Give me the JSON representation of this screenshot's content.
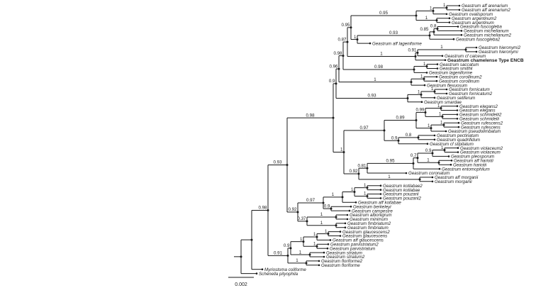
{
  "tree": {
    "taxa": [
      "Geastrum aff arenarium",
      "Geastrum aff arenarium2",
      "Geastrum ovalisporum",
      "Geastrum argentinum2",
      "Geastrum argentinum",
      "Geastrum fuscogleba",
      "Geastrum michelianum",
      "Geastrum michelianum2",
      "Geastrum fuscogleba2",
      "Geastrum aff lageniforme",
      "Geastrum hieronymi2",
      "Geastrum hieronymi",
      "Geastrum cf calceum",
      "Geastrum chamelense Type ENCB",
      "Geastrum saccatum",
      "Geastrum smithii",
      "Geastrum lageniforme",
      "Geastrum corollinum2",
      "Geastrum corollinum",
      "Geastrum flexuosum",
      "Geastrum fornicatum",
      "Geastrum fornicatum2",
      "Geastrum setiferum",
      "Geastrum smardae",
      "Geastrum elegans2",
      "Geastrum elegans",
      "Geastrum schmidelii2",
      "Geastrum schmidelii",
      "Geastrum rufescens2",
      "Geastrum rufescens",
      "Geastrum pseudolimbatum",
      "Geastrum pectinatum",
      "Geastrum quadrifidum",
      "Geastrum cf stipitatum",
      "Geastrum violaceum2",
      "Geastrum violaceum",
      "Geastrum pleosporum",
      "Geastrum aff hariotii",
      "Geastrum hariotii",
      "Geastrum entomophilum",
      "Geastrum coronatum",
      "Geastrum aff morganii",
      "Geastrum morganii",
      "Geastrum kotlabae2",
      "Geastrum kotlabae",
      "Geastrum pouzarii",
      "Geastrum pouzarii2",
      "Geastrum aff kotlabae",
      "Geastrum berkeleyi",
      "Geastrum campestre",
      "Geastrum albonigrum",
      "Geastrum minimum",
      "Geastrum fimbriatum2",
      "Geastrum fimbriatum",
      "Geastrum glaucescens2",
      "Geastrum glaucescens",
      "Geastrum aff glaucescens",
      "Geastrum parvistriatum2",
      "Geastrum parvistriatum",
      "Geastrum striatum",
      "Geastrum striatum2",
      "Geastrum floriforme2",
      "Geastrum floriforme",
      "Myriostoma coliforme",
      "Schenella pityophila"
    ],
    "highlighted_taxon": "Geastrum chamelense Type ENCB",
    "supports": [
      "0.98",
      "0.93",
      "0.98",
      "0.9",
      "0.96",
      "0.98",
      "0.87",
      "0.95",
      "0.95",
      "1",
      "1",
      "1",
      "1",
      "0.93",
      "0.85",
      "0.8",
      "1",
      "0.91",
      "1",
      "0.98",
      "1",
      "1",
      "1",
      "0.93",
      "1",
      "1",
      "1",
      "0.97",
      "0.89",
      "0.99",
      "1",
      "1",
      "1",
      "1",
      "0.9",
      "0.8",
      "0.92",
      "0.81",
      "0.95",
      "0.7",
      "0.9",
      "1",
      "1",
      "1",
      "0.92",
      "0.97",
      "1",
      "1",
      "1",
      "1",
      "0.9",
      "0.37",
      "1",
      "1",
      "0.91",
      "0.9",
      "1",
      "1",
      "1",
      "1",
      "1",
      "1"
    ],
    "scale_bar_label": "0.002",
    "colors": {
      "branch": "#1a1a1a",
      "background": "#ffffff"
    }
  }
}
